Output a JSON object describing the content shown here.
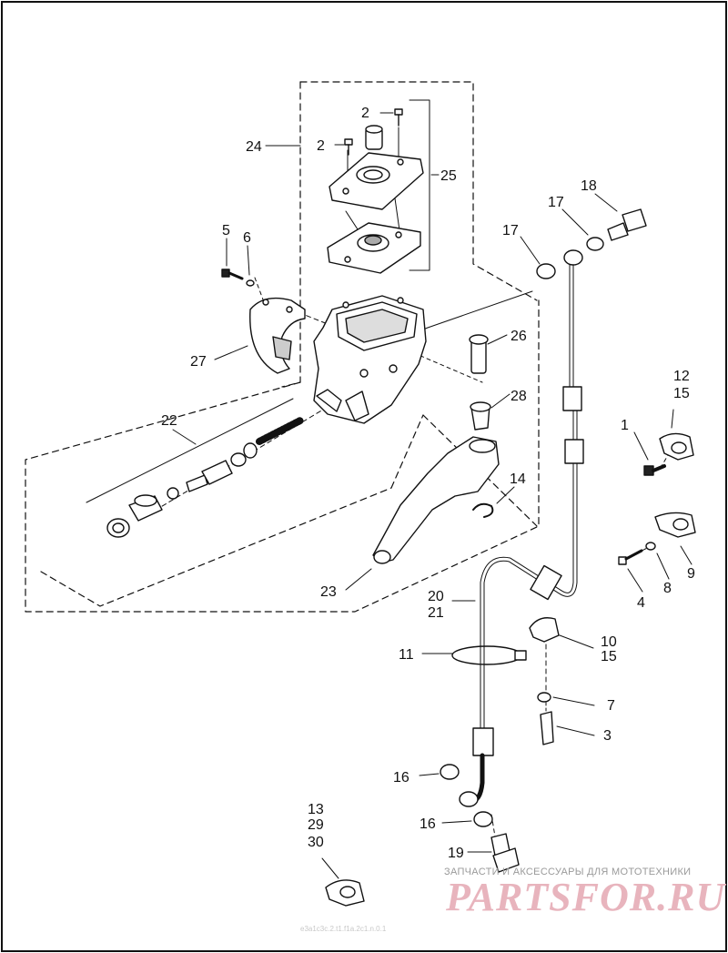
{
  "diagram": {
    "callouts": {
      "c1": "1",
      "c2a": "2",
      "c2b": "2",
      "c3": "3",
      "c4": "4",
      "c5": "5",
      "c6": "6",
      "c7": "7",
      "c8": "8",
      "c9": "9",
      "c10": "10",
      "c10b": "15",
      "c11": "11",
      "c12": "12",
      "c12b": "15",
      "c13": "13",
      "c13b": "29",
      "c13c": "30",
      "c14": "14",
      "c16a": "16",
      "c16b": "16",
      "c17a": "17",
      "c17b": "17",
      "c18": "18",
      "c19": "19",
      "c20": "20",
      "c20b": "21",
      "c22": "22",
      "c23": "23",
      "c24": "24",
      "c25": "25",
      "c26": "26",
      "c27": "27",
      "c28": "28"
    }
  },
  "watermark": {
    "subtitle": "ЗАПЧАСТИ И АКСЕССУАРЫ ДЛЯ МОТОТЕХНИКИ",
    "logo": "PARTSFOR.RU"
  },
  "footer": {
    "code": "e3a1c3c.2.t1.f1a.2c1.n.0.1"
  }
}
